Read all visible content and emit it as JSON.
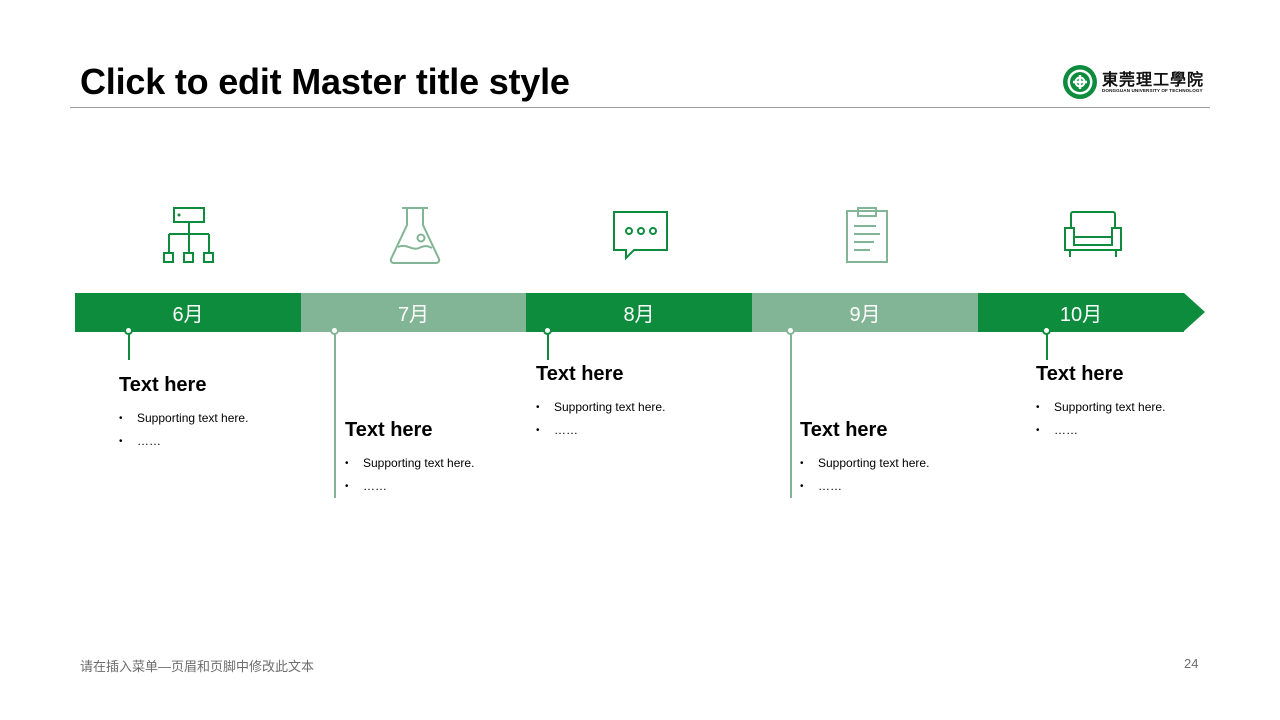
{
  "header": {
    "title": "Click to edit Master title style",
    "logo_cn": "東莞理工學院",
    "logo_en": "DONGGUAN UNIVERSITY OF TECHNOLOGY"
  },
  "colors": {
    "dark_green": "#0c8c3c",
    "light_green": "#82b595"
  },
  "timeline": [
    {
      "month": "6月",
      "icon": "org-chart-icon",
      "title": "Text here",
      "bullets": [
        "Supporting text here.",
        "……"
      ]
    },
    {
      "month": "7月",
      "icon": "flask-icon",
      "title": "Text here",
      "bullets": [
        "Supporting text here.",
        "……"
      ]
    },
    {
      "month": "8月",
      "icon": "chat-bubble-icon",
      "title": "Text here",
      "bullets": [
        "Supporting text here.",
        "……"
      ]
    },
    {
      "month": "9月",
      "icon": "clipboard-icon",
      "title": "Text here",
      "bullets": [
        "Supporting text here.",
        "……"
      ]
    },
    {
      "month": "10月",
      "icon": "sofa-icon",
      "title": "Text here",
      "bullets": [
        "Supporting text here.",
        "……"
      ]
    }
  ],
  "footer": {
    "text": "请在插入菜单—页眉和页脚中修改此文本",
    "page_number": "24"
  }
}
